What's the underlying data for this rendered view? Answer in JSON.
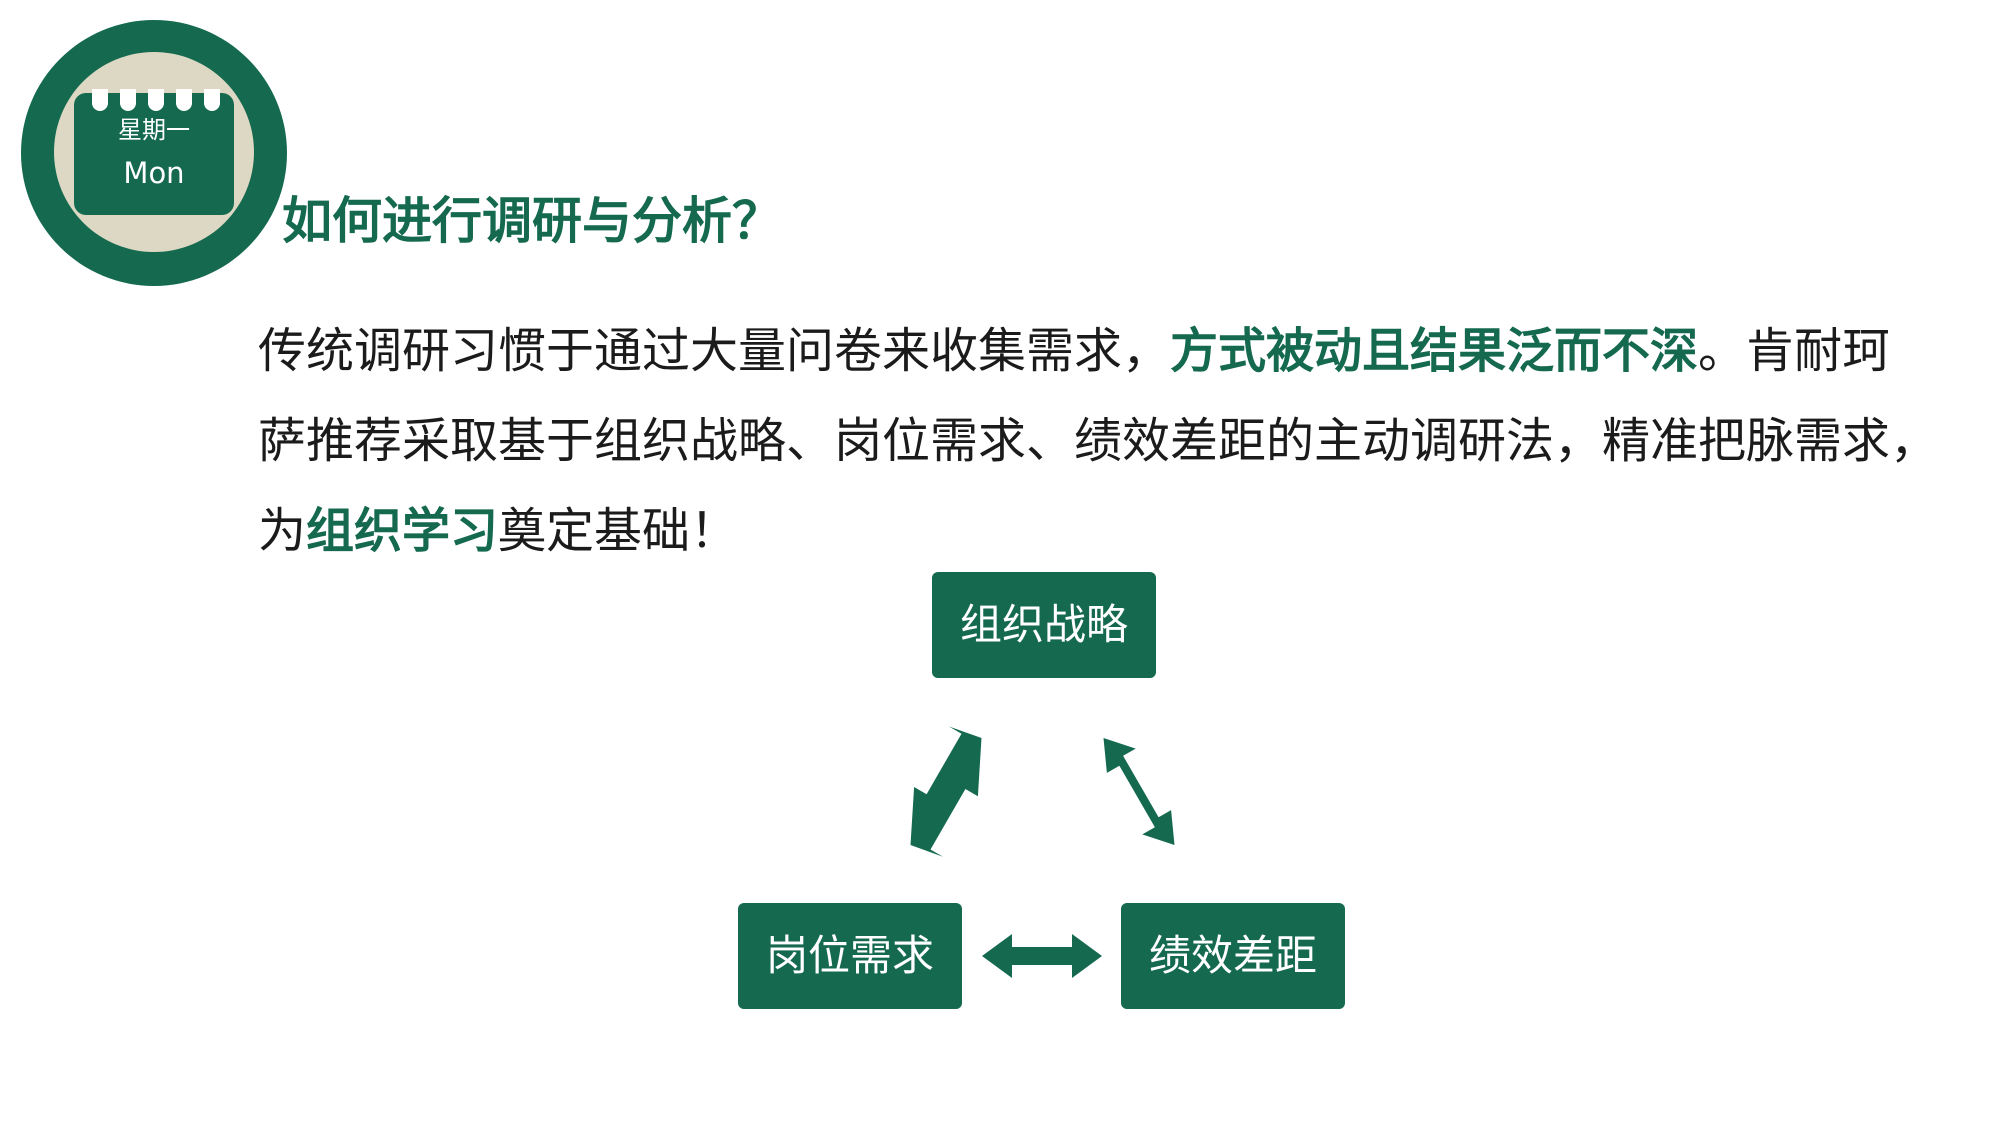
{
  "calendar": {
    "day_cn": "星期一",
    "day_en": "Mon"
  },
  "heading": "如何进行调研与分析？",
  "paragraph": {
    "p1": "传统调研习惯于通过大量问卷来收集需求，",
    "hl1": "方式被动且结果泛而不深",
    "p2": "。肯耐珂萨推荐采取基于组织战略、岗位需求、绩效差距的主动调研法，精准把脉需求，为",
    "hl2": "组织学习",
    "p3": "奠定基础！"
  },
  "diagram": {
    "top_node": "组织战略",
    "left_node": "岗位需求",
    "right_node": "绩效差距"
  },
  "colors": {
    "brand_green": "#14694f",
    "badge_beige": "#ddd8c3",
    "text_dark": "#1b1b1b"
  }
}
